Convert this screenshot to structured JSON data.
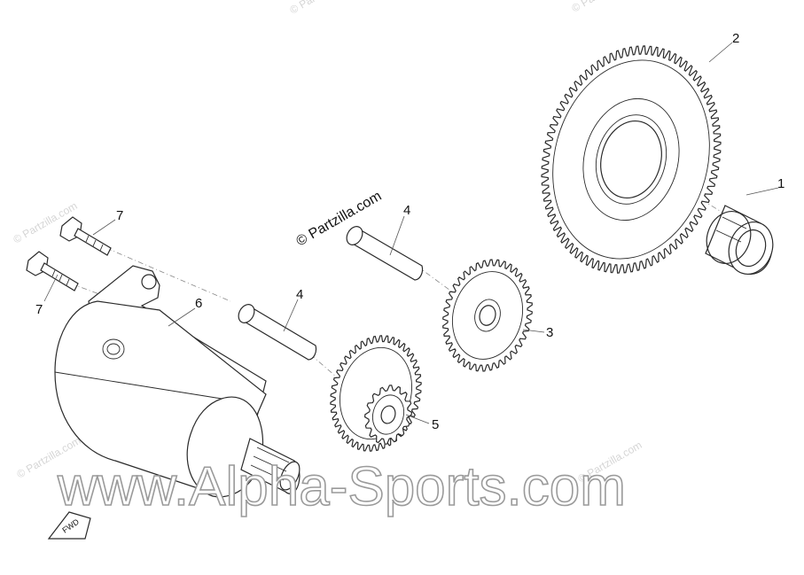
{
  "callouts": [
    {
      "id": "c1",
      "label": "1"
    },
    {
      "id": "c2",
      "label": "2"
    },
    {
      "id": "c3",
      "label": "3"
    },
    {
      "id": "c4a",
      "label": "4"
    },
    {
      "id": "c4b",
      "label": "4"
    },
    {
      "id": "c5",
      "label": "5"
    },
    {
      "id": "c6",
      "label": "6"
    },
    {
      "id": "c7a",
      "label": "7"
    },
    {
      "id": "c7b",
      "label": "7"
    }
  ],
  "watermarks": {
    "stamp": "© Partzilla.com",
    "small": "© Partzilla.com",
    "big": "www.Alpha-Sports.com"
  },
  "fwd_label": "FWD"
}
